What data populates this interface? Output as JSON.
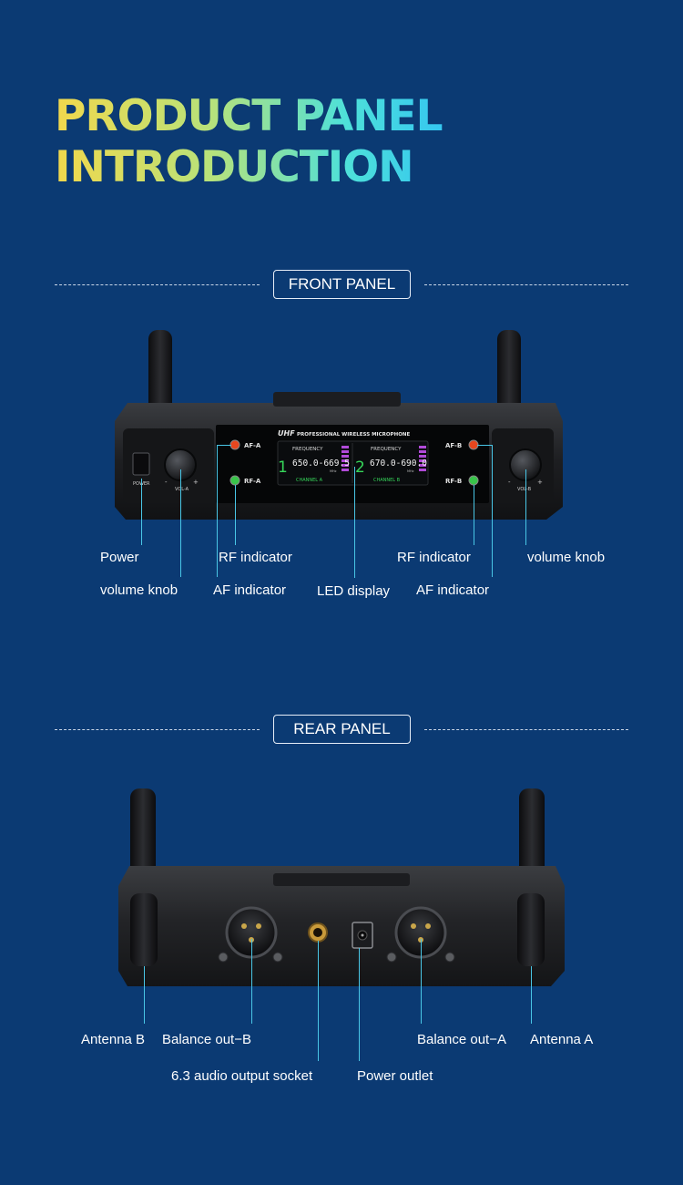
{
  "title": {
    "line1": "PRODUCT PANEL",
    "line2": "INTRODUCTION"
  },
  "front_panel": {
    "heading": "FRONT PANEL",
    "device": {
      "brand_text": "UHF PROFESSIONAL WIRELESS MICROPHONE",
      "brand_bold": "UHF",
      "brand_rest": "PROFESSIONAL WIRELESS MICROPHONE",
      "power_label": "POWER",
      "vol_a_label": "VOL-A",
      "vol_b_label": "VOL-B",
      "af_a_label": "AF-A",
      "rf_a_label": "RF-A",
      "af_b_label": "AF-B",
      "rf_b_label": "RF-B",
      "channel_1_number": "1",
      "channel_2_number": "2",
      "frequency_label": "FREQUENCY",
      "channel_1_range": "650.0-669.5",
      "channel_2_range": "670.0-690.0",
      "mhz": "MHz",
      "channel_a_label": "CHANNEL A",
      "channel_b_label": "CHANNEL B",
      "minus": "-",
      "plus": "+"
    },
    "callouts": {
      "power": "Power",
      "volume_knob_a": "volume knob",
      "rf_indicator_a": "RF indicator",
      "af_indicator_a": "AF indicator",
      "led_display": "LED display",
      "rf_indicator_b": "RF indicator",
      "af_indicator_b": "AF indicator",
      "volume_knob_b": "volume knob"
    }
  },
  "rear_panel": {
    "heading": "REAR PANEL",
    "callouts": {
      "antenna_b": "Antenna B",
      "balance_out_b": "Balance out−B",
      "audio_socket": "6.3 audio output socket",
      "power_outlet": "Power outlet",
      "balance_out_a": "Balance out−A",
      "antenna_a": "Antenna A"
    }
  },
  "colors": {
    "background": "#0b3a73",
    "callout_line": "#49c6e6",
    "screen_green": "#36d65a",
    "screen_bar": "#b14ad8",
    "af_led": "#e8461e",
    "rf_led": "#39c44a"
  }
}
